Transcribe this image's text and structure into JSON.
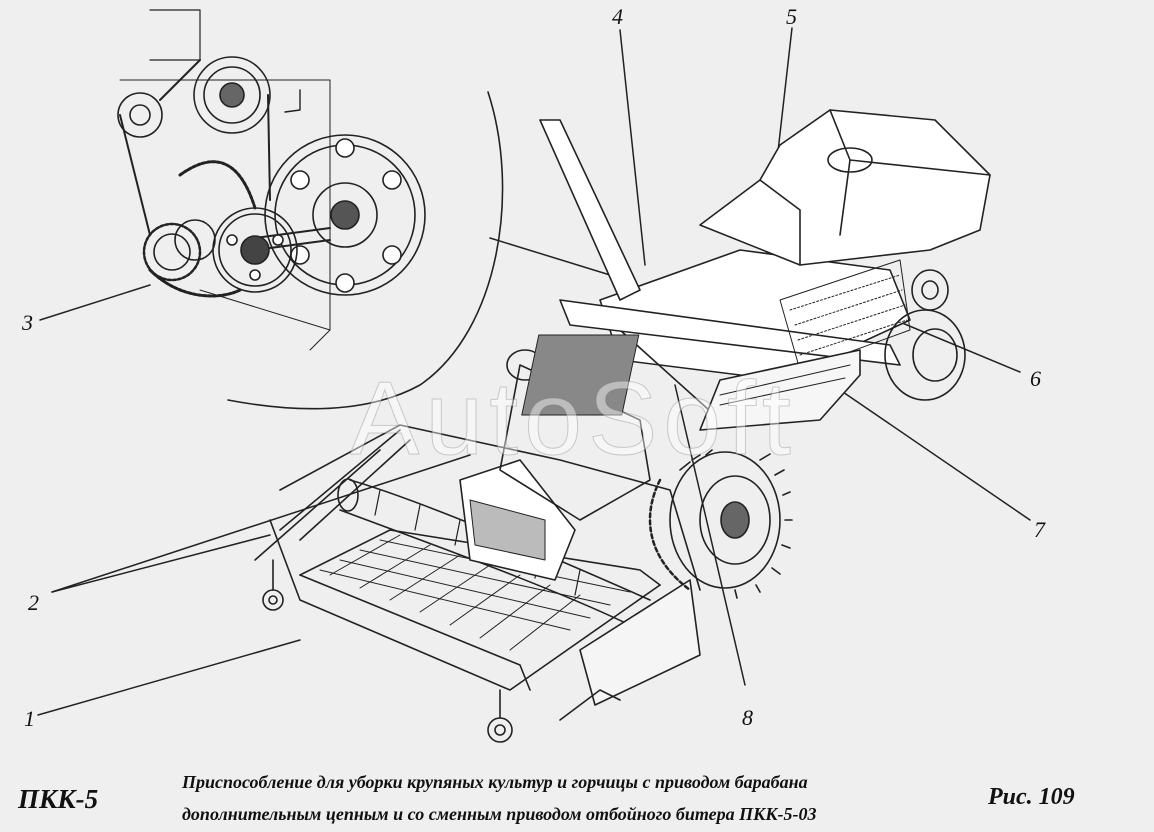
{
  "callouts": [
    "1",
    "2",
    "3",
    "4",
    "5",
    "6",
    "7",
    "8"
  ],
  "watermark": "AutoSoft",
  "footer": {
    "model": "ПКК-5",
    "caption_line1": "Приспособление для уборки крупяных культур и горчицы с приводом  барабана",
    "caption_line2": "дополнительным цепным и со сменным  приводом отбойного битера ПКК-5-03",
    "figure": "Рис.    109"
  }
}
